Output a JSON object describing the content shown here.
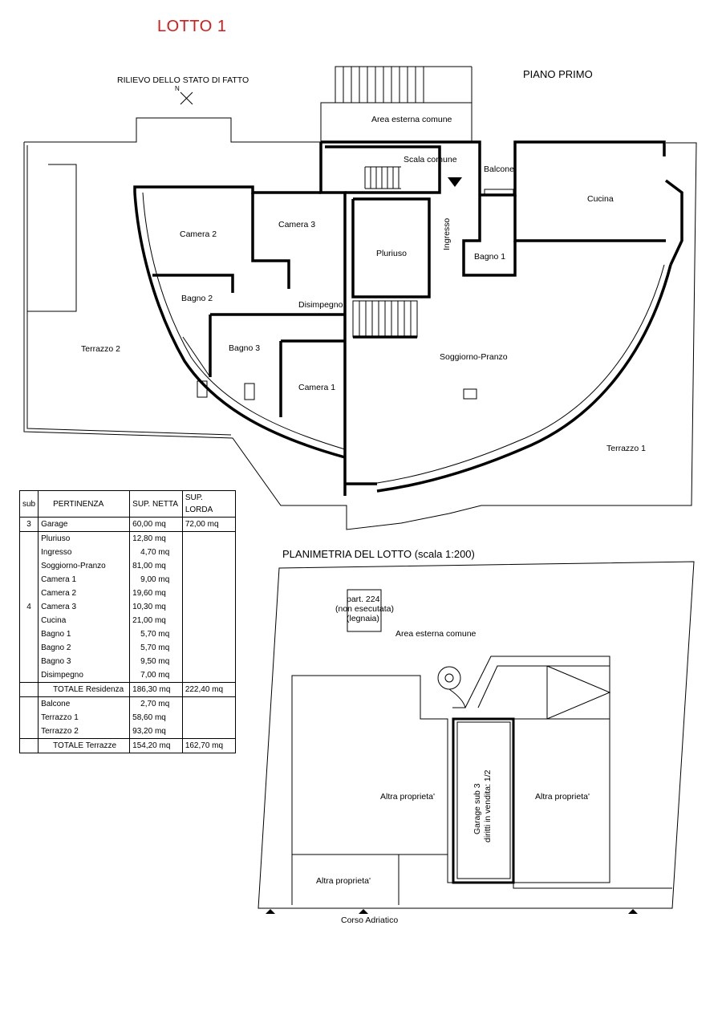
{
  "header": {
    "lot_title": "LOTTO 1",
    "survey_title": "RILIEVO DELLO STATO DI FATTO",
    "north": "N",
    "floor_title": "PIANO PRIMO"
  },
  "floor_rooms": {
    "area_esterna": "Area esterna comune",
    "scala": "Scala comune",
    "balcone": "Balcone",
    "cucina": "Cucina",
    "camera2": "Camera 2",
    "camera3": "Camera 3",
    "pluriuso": "Pluriuso",
    "ingresso": "Ingresso",
    "bagno1": "Bagno 1",
    "bagno2": "Bagno 2",
    "disimpegno": "Disimpegno",
    "bagno3": "Bagno 3",
    "camera1": "Camera 1",
    "soggiorno": "Soggiorno-Pranzo",
    "terrazzo2": "Terrazzo 2",
    "terrazzo1": "Terrazzo 1"
  },
  "table": {
    "headers": [
      "sub",
      "PERTINENZA",
      "SUP. NETTA",
      "SUP. LORDA"
    ],
    "garage": {
      "sub": "3",
      "name": "Garage",
      "netta": "60,00 mq",
      "lorda": "72,00 mq"
    },
    "sub4": "4",
    "rooms": [
      {
        "name": "Pluriuso",
        "netta": "12,80 mq"
      },
      {
        "name": "Ingresso",
        "netta": "4,70 mq"
      },
      {
        "name": "Soggiorno-Pranzo",
        "netta": "81,00 mq"
      },
      {
        "name": "Camera 1",
        "netta": "9,00 mq"
      },
      {
        "name": "Camera 2",
        "netta": "19,60 mq"
      },
      {
        "name": "Camera 3",
        "netta": "10,30 mq"
      },
      {
        "name": "Cucina",
        "netta": "21,00 mq"
      },
      {
        "name": "Bagno 1",
        "netta": "5,70 mq"
      },
      {
        "name": "Bagno 2",
        "netta": "5,70 mq"
      },
      {
        "name": "Bagno 3",
        "netta": "9,50 mq"
      },
      {
        "name": "Disimpegno",
        "netta": "7,00 mq"
      }
    ],
    "total_res": {
      "name": "TOTALE Residenza",
      "netta": "186,30 mq",
      "lorda": "222,40 mq"
    },
    "terraces": [
      {
        "name": "Balcone",
        "netta": "2,70 mq"
      },
      {
        "name": "Terrazzo 1",
        "netta": "58,60 mq"
      },
      {
        "name": "Terrazzo 2",
        "netta": "93,20 mq"
      }
    ],
    "total_ter": {
      "name": "TOTALE Terrazze",
      "netta": "154,20 mq",
      "lorda": "162,70 mq"
    }
  },
  "site": {
    "title": "PLANIMETRIA DEL LOTTO (scala 1:200)",
    "part_line1": "part. 224",
    "part_line2": "(non esecutata)",
    "part_line3": "(legnaia)",
    "area_esterna": "Area esterna comune",
    "altra_left": "Altra proprieta'",
    "altra_right": "Altra proprieta'",
    "altra_bottom": "Altra proprieta'",
    "garage_line1": "Garage sub 3",
    "garage_line2": "diritti in vendita: 1/2",
    "street": "Corso Adriatico"
  }
}
